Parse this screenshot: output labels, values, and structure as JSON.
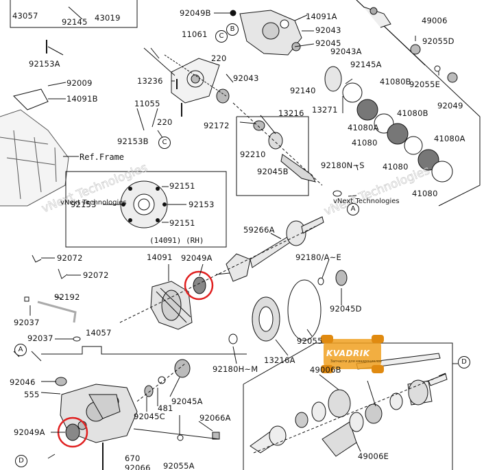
{
  "diagram": {
    "ref_frame_label": "Ref.Frame",
    "inset_caption": "(14091)  (RH)",
    "watermark_text": "vNext Technologies",
    "badge": {
      "brand": "KVADRIK",
      "tagline": "Запчасти для квадроциклов",
      "color": "#f0a020"
    },
    "highlight_color": "#e02020",
    "callouts": {
      "a_mid": "A",
      "a_left": "A",
      "b": "B",
      "c_top": "C",
      "c_mid": "C",
      "d_right": "D",
      "d_left": "D"
    },
    "part_numbers": {
      "p43057": "43057",
      "p92145": "92145",
      "p43019": "43019",
      "p92049B": "92049B",
      "p14091A": "14091A",
      "p92043_top": "92043",
      "p49006": "49006",
      "p92045_top": "92045",
      "p92055D": "92055D",
      "p11061": "11061",
      "p92153A": "92153A",
      "p220_top": "220",
      "p92043A": "92043A",
      "p92043_mid": "92043",
      "p92145A": "92145A",
      "p92055E": "92055E",
      "p13236": "13236",
      "p92009": "92009",
      "p92140": "92140",
      "p41080B_1": "41080B",
      "p92049_right": "92049",
      "p14091B": "14091B",
      "p13271": "13271",
      "p11055": "11055",
      "p13216_top": "13216",
      "p41080B_2": "41080B",
      "p41080A_1": "41080A",
      "p220_mid": "220",
      "p92172": "92172",
      "p92153B": "92153B",
      "p41080_1": "41080",
      "p41080A_2": "41080A",
      "p92210": "92210",
      "p41080_2": "41080",
      "p92045B": "92045B",
      "p92180NS": "92180N~S",
      "p41080_3": "41080",
      "p92151_a": "92151",
      "p92153_a": "92153",
      "p92153_b": "92153",
      "p92151_b": "92151",
      "p59266A": "59266A",
      "p92072_a": "92072",
      "p92072_b": "92072",
      "p14091": "14091",
      "p92049A_mid": "92049A",
      "p92180AE": "92180/A~E",
      "p92192": "92192",
      "p92045D": "92045D",
      "p92037_a": "92037",
      "p14057": "14057",
      "p92037_b": "92037",
      "p92055": "92055",
      "p92180HM": "92180H~M",
      "p13216A": "13216A",
      "p49006B": "49006B",
      "p92046": "92046",
      "p555": "555",
      "p481": "481",
      "p92045A": "92045A",
      "p92045C": "92045C",
      "p92066A": "92066A",
      "p92049A_left": "92049A",
      "p49006E": "49006E",
      "p670": "670",
      "p92066": "92066",
      "p92055A": "92055A"
    }
  }
}
